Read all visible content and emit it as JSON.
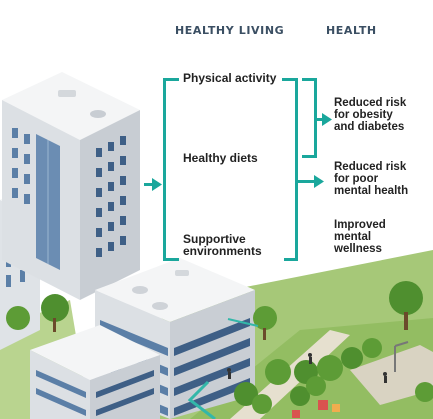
{
  "headers": {
    "left": "HEALTHY LIVING",
    "right": "HEALTH"
  },
  "inputs": [
    {
      "label": "Physical activity"
    },
    {
      "label": "Healthy diets"
    },
    {
      "label": "Supportive\nenvironments"
    }
  ],
  "outcomes": [
    {
      "label": "Reduced risk\nfor obesity\nand diabetes"
    },
    {
      "label": "Reduced risk\nfor poor\nmental health"
    },
    {
      "label": "Improved\nmental\nwellness"
    }
  ],
  "colors": {
    "accent": "#1aa79c",
    "header_text": "#3b4f63",
    "body_text": "#222222",
    "building_light": "#f3f4f5",
    "building_shadow": "#cfd3d8",
    "window_blue": "#5b7fa7",
    "grass": "#9cc36a",
    "tree": "#4f8f2f"
  }
}
